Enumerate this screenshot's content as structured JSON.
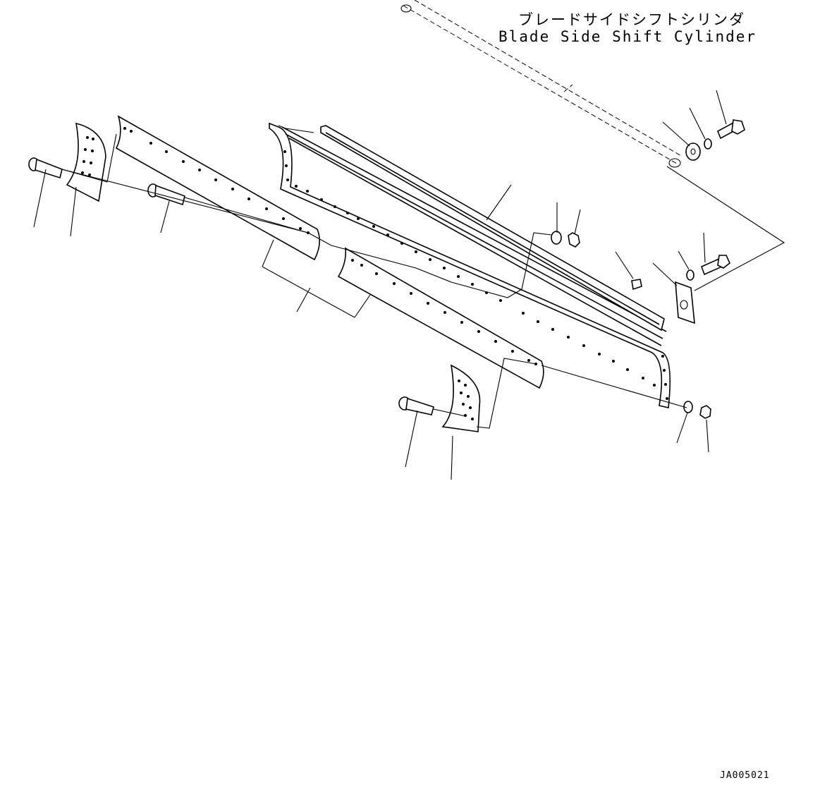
{
  "labels": {
    "cylinder_jp": "ブレードサイドシフトシリンダ",
    "cylinder_en": "Blade Side Shift Cylinder",
    "drawing_code": "JA005021"
  }
}
